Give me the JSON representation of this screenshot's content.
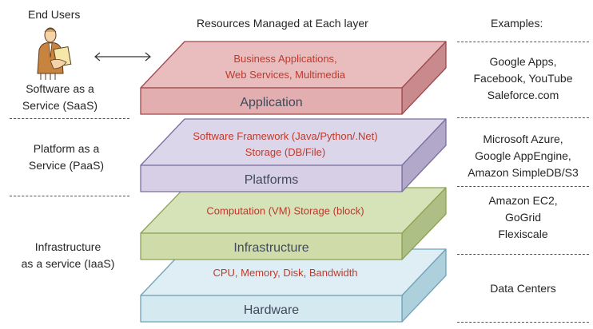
{
  "headers": {
    "end_users": "End Users",
    "resources": "Resources Managed at Each layer",
    "examples": "Examples:"
  },
  "service_models": [
    {
      "id": "saas",
      "line1": "Software as a",
      "line2": "Service (SaaS)"
    },
    {
      "id": "paas",
      "line1": "Platform as a",
      "line2": "Service (PaaS)"
    },
    {
      "id": "iaas",
      "line1": "Infrastructure",
      "line2": "as a service (IaaS)"
    }
  ],
  "layers": [
    {
      "id": "application",
      "name": "Application",
      "resources_line1": "Business Applications,",
      "resources_line2": "Web Services,  Multimedia",
      "colors": {
        "top": "#e9bcbe",
        "front": "#e3aeb0",
        "side": "#c88a8d",
        "stroke": "#a0484d"
      }
    },
    {
      "id": "platforms",
      "name": "Platforms",
      "resources_line1": "Software Framework (Java/Python/.Net)",
      "resources_line2": "Storage (DB/File)",
      "colors": {
        "top": "#dcd6ea",
        "front": "#d6cfe6",
        "side": "#b2a8c9",
        "stroke": "#7b6fa0"
      }
    },
    {
      "id": "infrastructure",
      "name": "Infrastructure",
      "resources_line1": "Computation (VM)  Storage (block)",
      "resources_line2": "",
      "colors": {
        "top": "#d6e3b8",
        "front": "#cfdcaa",
        "side": "#aebf86",
        "stroke": "#8ca354"
      }
    },
    {
      "id": "hardware",
      "name": "Hardware",
      "resources_line1": "CPU, Memory, Disk, Bandwidth",
      "resources_line2": "",
      "colors": {
        "top": "#deeef4",
        "front": "#d5e9f1",
        "side": "#aecfdc",
        "stroke": "#6fa3b8"
      }
    }
  ],
  "examples": [
    {
      "line1": "Google Apps,",
      "line2": "Facebook, YouTube",
      "line3": "Saleforce.com"
    },
    {
      "line1": "Microsoft Azure,",
      "line2": "Google AppEngine,",
      "line3": "Amazon SimpleDB/S3"
    },
    {
      "line1": "Amazon EC2,",
      "line2": "GoGrid",
      "line3": "Flexiscale"
    },
    {
      "line1": "Data Centers"
    }
  ],
  "colors": {
    "resource_text": "#c0392b",
    "layer_name_text": "#404a5a"
  },
  "icons": {
    "user": "businessman-clipart-icon",
    "arrow": "double-arrow-icon"
  }
}
